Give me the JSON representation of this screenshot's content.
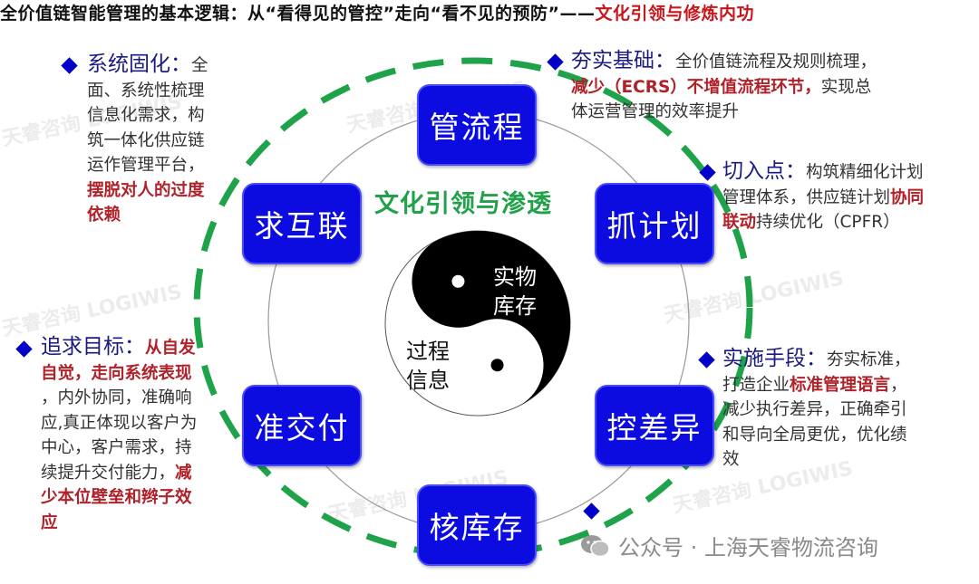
{
  "title": {
    "main": "全价值链智能管理的基本逻辑：从“看得见的管控”走向“看不见的预防”——",
    "highlight": "文化引领与修炼内功"
  },
  "center": {
    "culture_label": "文化引领与渗透",
    "yin_label_line1": "实物",
    "yin_label_line2": "库存",
    "yang_label_line1": "过程",
    "yang_label_line2": "信息"
  },
  "boxes": [
    "管流程",
    "抓计划",
    "控差异",
    "核库存",
    "准交付",
    "求互联"
  ],
  "blocks": {
    "system": {
      "head": "系统固化：",
      "lines": [
        "全",
        "面、系统性梳理",
        "信息化需求，构",
        "筑一体化供应链",
        "运作管理平台，"
      ],
      "red_lines": [
        "摆脱对人的过度",
        "依赖"
      ]
    },
    "foundation": {
      "head": "夯实基础：",
      "text1": "全价值链流程及规则梳理，",
      "red": "减少（ECRS）不增值流程环节，",
      "text2": "实现总",
      "text3": "体运营管理的效率提升"
    },
    "entry": {
      "head": "切入点：",
      "text1": "构筑精细化计划",
      "text2": "管理体系，供应链计划",
      "red1": "协同",
      "red2": "联动",
      "text3": "持续优化（CPFR）"
    },
    "goal": {
      "head": "追求目标：",
      "red1": "从自发",
      "red2": "自觉，走向系统表现",
      "lines": [
        "，内外协同，准确响",
        "应,真正体现以客户为",
        "中心，客户需求，持"
      ],
      "text4": "续提升交付能力，",
      "red3": "减",
      "red4": "少本位壁垒和辫子效",
      "red5": "应"
    },
    "implement": {
      "head": "实施手段：",
      "text1": "夯实标准，",
      "text2": "打造企业",
      "red": "标准管理语言",
      "text3": "，",
      "lines": [
        "减少执行差异，正确牵引",
        "和导向全局更优，优化绩",
        "效"
      ]
    }
  },
  "watermark": "天睿咨询 LOGIWIS",
  "footer": "公众号 · 上海天睿物流咨询",
  "colors": {
    "box": "#0c0ce0",
    "green": "#21a24a",
    "red": "#c8161d",
    "diamond": "#0000c8"
  }
}
